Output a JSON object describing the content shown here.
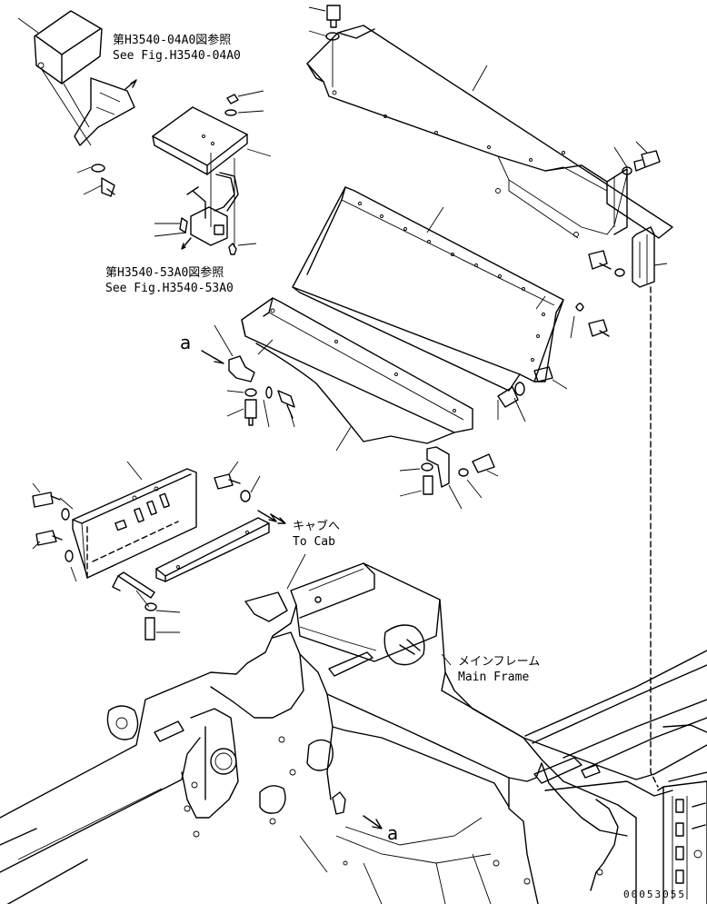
{
  "references": [
    {
      "jp": "第H3540-04A0図参照",
      "en": "See Fig.H3540-04A0"
    },
    {
      "jp": "第H3540-53A0図参照",
      "en": "See Fig.H3540-53A0"
    }
  ],
  "callouts": {
    "cab_jp": "キャブへ",
    "cab_en": "To Cab",
    "frame_jp": "メインフレーム",
    "frame_en": "Main Frame",
    "view_a_top": "a",
    "view_a_bottom": "a"
  },
  "drawing_number": "00053055"
}
